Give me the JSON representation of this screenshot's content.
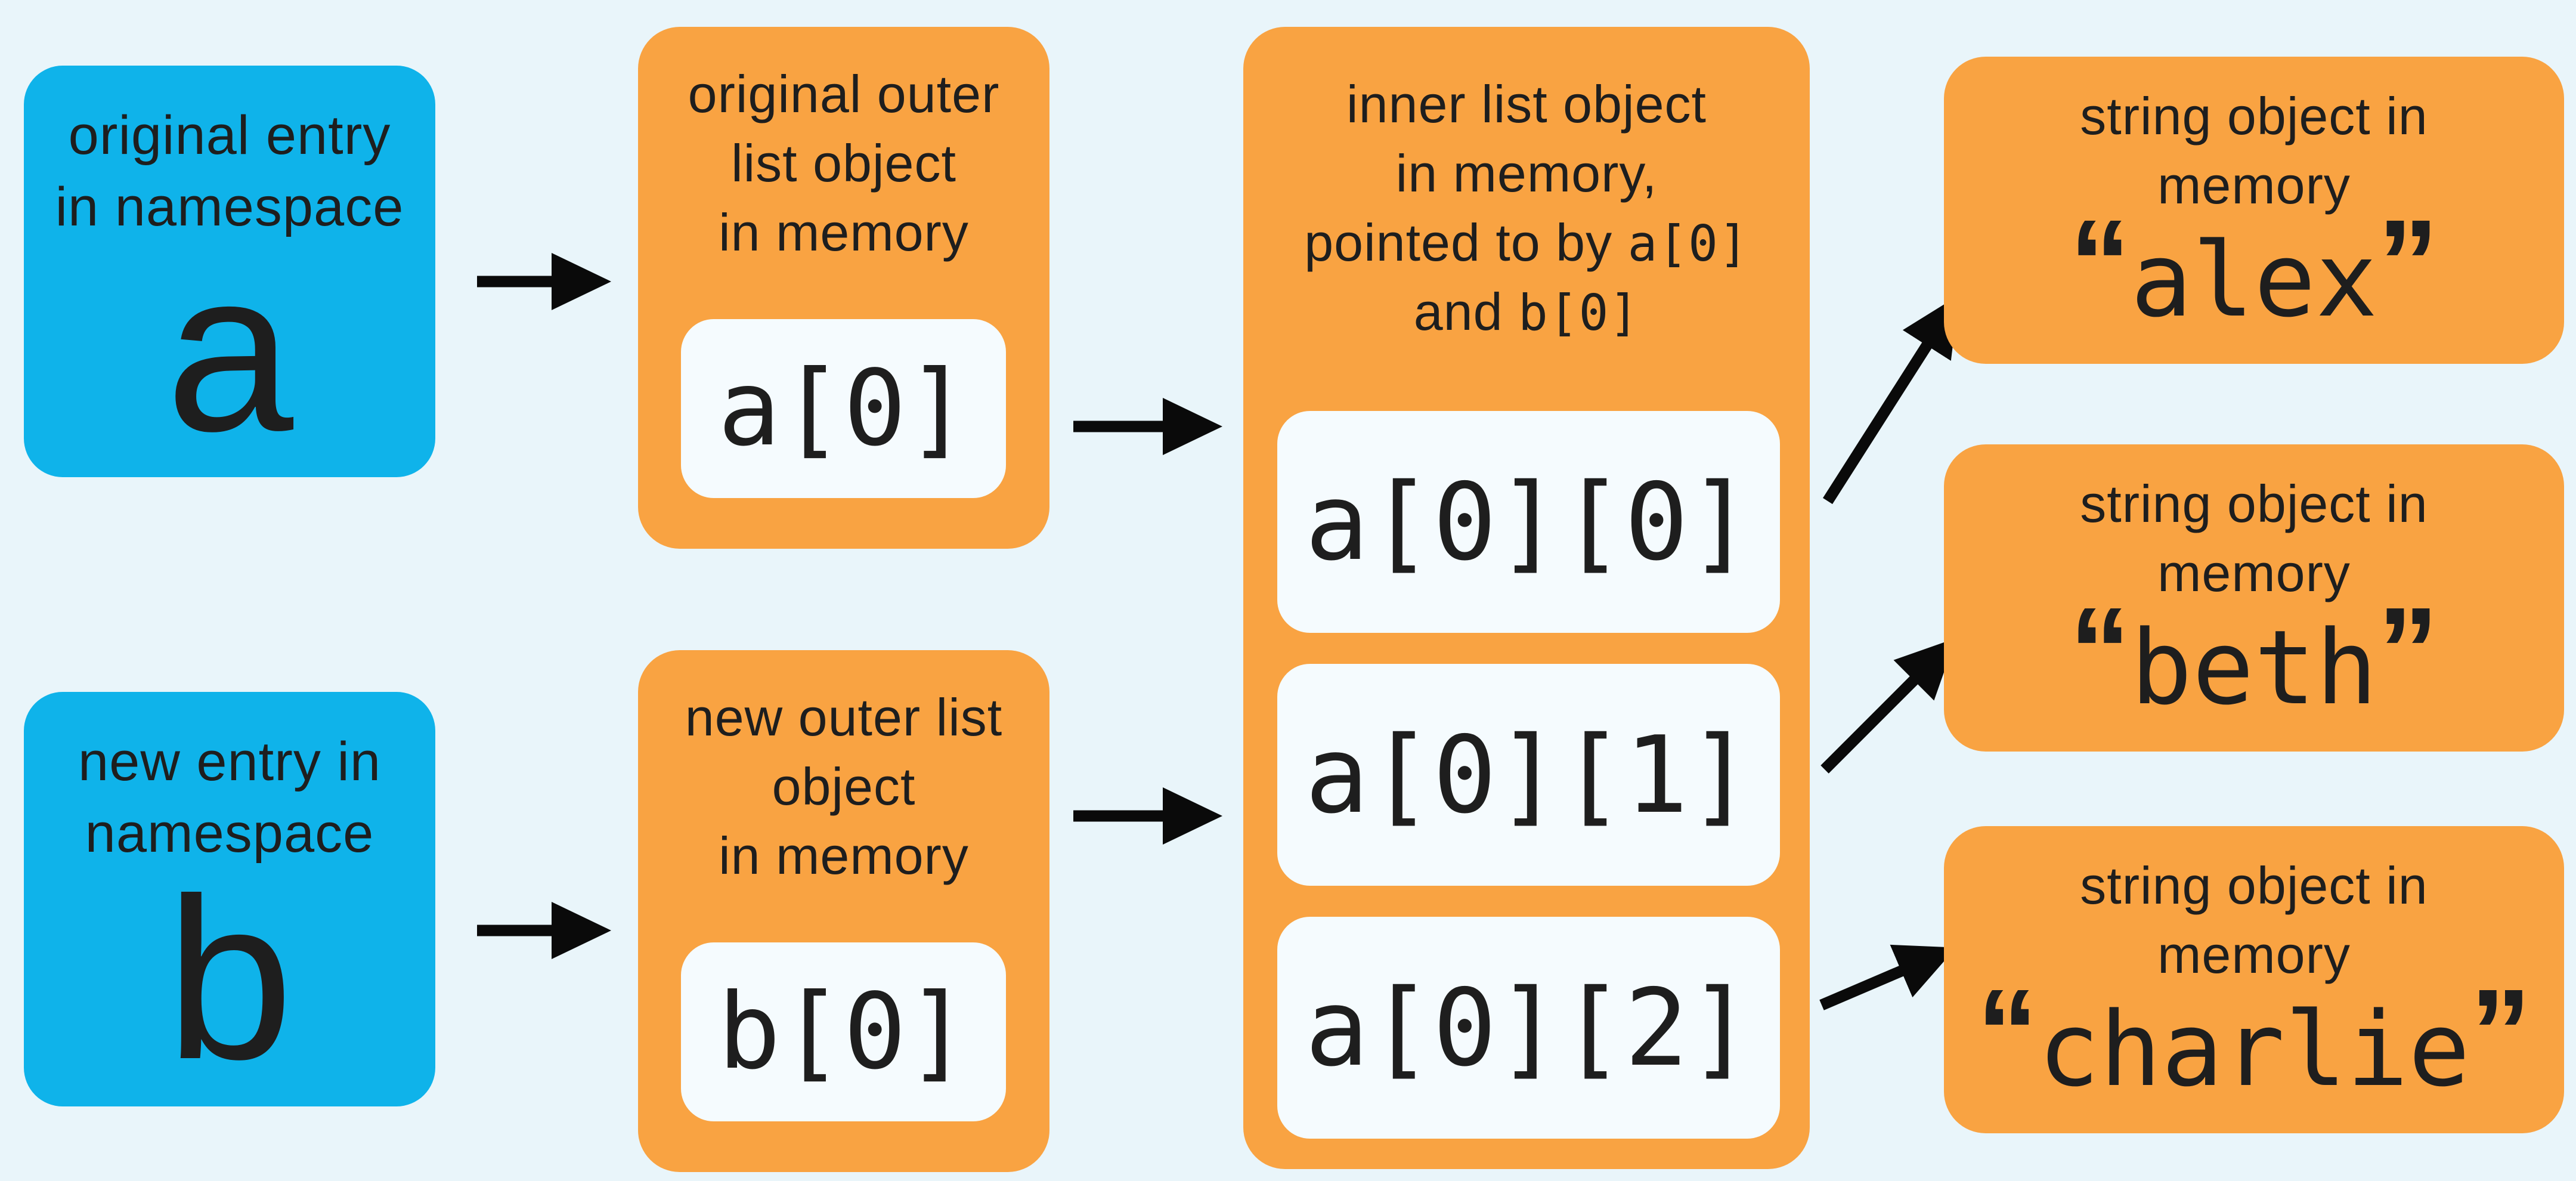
{
  "palette": {
    "background": "#E9F5FA",
    "namespace_blue": "#0FB3EA",
    "memory_orange": "#F9A342",
    "slot_white": "#F5FBFE",
    "text": "#1E1E1E",
    "arrow": "#0A0A0A"
  },
  "namespace_boxes": [
    {
      "label_lines": [
        "original entry",
        "in namespace"
      ],
      "symbol": "a"
    },
    {
      "label_lines": [
        "new entry in",
        "namespace"
      ],
      "symbol": "b"
    }
  ],
  "outer_list_boxes": [
    {
      "title_lines": [
        "original outer",
        "list object",
        "in memory"
      ],
      "slot": "a[0]"
    },
    {
      "title_lines": [
        "new outer list",
        "object",
        "in memory"
      ],
      "slot": "b[0]"
    }
  ],
  "inner_list_box": {
    "title_lines": [
      [
        {
          "text": "inner list object"
        }
      ],
      [
        {
          "text": "in memory,"
        }
      ],
      [
        {
          "text": "pointed to by "
        },
        {
          "text": "a[0]",
          "mono": true
        }
      ],
      [
        {
          "text": "and  "
        },
        {
          "text": "b[0]",
          "mono": true
        }
      ]
    ],
    "slots": [
      "a[0][0]",
      "a[0][1]",
      "a[0][2]"
    ]
  },
  "string_boxes": [
    {
      "title_lines": [
        "string object in",
        "memory"
      ],
      "open_quote": "“",
      "value": "alex",
      "close_quote": "”"
    },
    {
      "title_lines": [
        "string object in",
        "memory"
      ],
      "open_quote": "“",
      "value": "beth",
      "close_quote": "”"
    },
    {
      "title_lines": [
        "string object in",
        "memory"
      ],
      "open_quote": "“",
      "value": "charlie",
      "close_quote": "”"
    }
  ]
}
